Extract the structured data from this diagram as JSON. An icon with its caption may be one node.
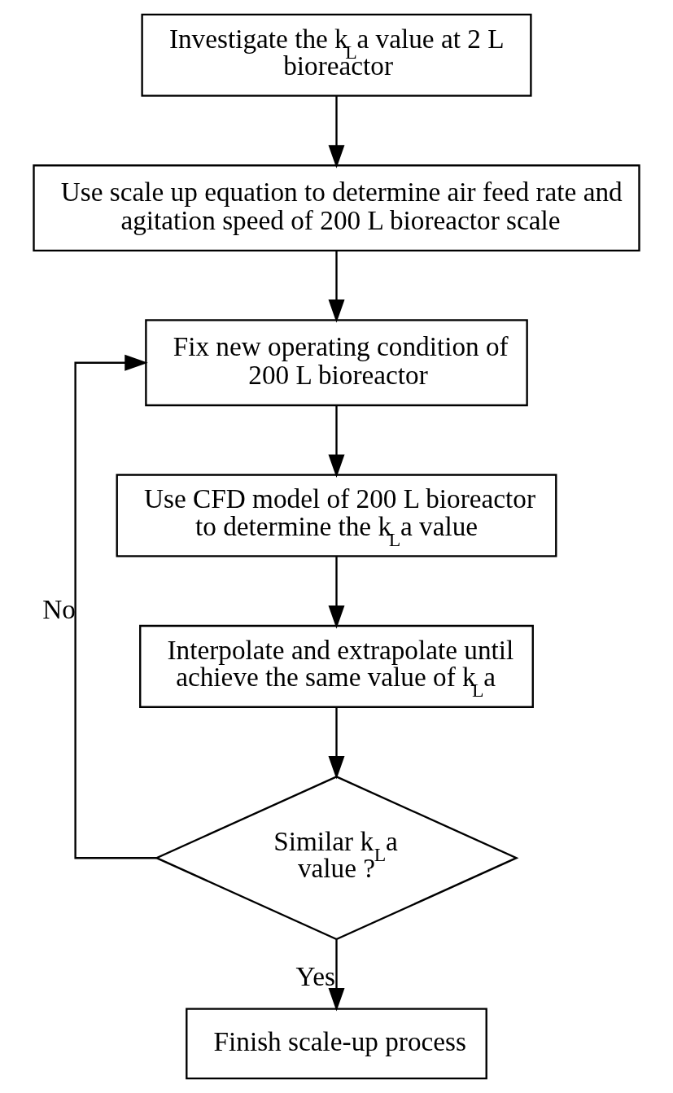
{
  "diagram": {
    "nodes": [
      {
        "text": [
          "Investigate the k$_{L}$a value at 2 L bioreactor"
        ]
      },
      {
        "text": [
          "Use scale up equation to determine air feed rate and agitation speed of 200 L bioreactor scale"
        ]
      },
      {
        "text": [
          "Fix new operating condition of 200 L bioreactor"
        ]
      },
      {
        "text": [
          "Use CFD model of 200 L bioreactor to determine the k$_{L}$a value"
        ]
      },
      {
        "text": [
          "Interpolate and extrapolate until achieve the same value of k$_{L}$a"
        ]
      },
      {
        "text": [
          "Similar k$_{L}$a value ?"
        ]
      },
      {
        "text": [
          "Finish scale-up process"
        ]
      }
    ],
    "edges": [
      {
        "from": 0,
        "to": 1,
        "arrow": "to"
      },
      {
        "from": 1,
        "to": 2,
        "arrow": "to"
      },
      {
        "from": 2,
        "to": 3,
        "arrow": "to"
      },
      {
        "from": 3,
        "to": 4,
        "arrow": "to"
      },
      {
        "from": 4,
        "to": 5,
        "arrow": "to"
      },
      {
        "from": 5,
        "to": 2,
        "arrow": "to",
        "label": "No"
      },
      {
        "from": 5,
        "to": 6,
        "arrow": "to",
        "label": "Yes"
      }
    ]
  }
}
